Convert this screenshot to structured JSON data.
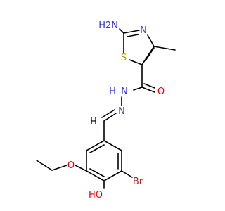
{
  "atoms": {
    "nh2": "H2N",
    "thiazole_n": "N",
    "thiazole_s": "S",
    "amide_o": "O",
    "hydrazide_nh": "N",
    "hydrazide_h": "H",
    "imine_n": "N",
    "imine_h": "H",
    "bromine": "Br",
    "hydroxyl": "HO",
    "ether_o": "O"
  },
  "colors": {
    "nitrogen": "#3333cc",
    "sulfur": "#b3a100",
    "oxygen": "#e8000b",
    "bromine": "#a52a2a",
    "carbon": "#000000"
  }
}
